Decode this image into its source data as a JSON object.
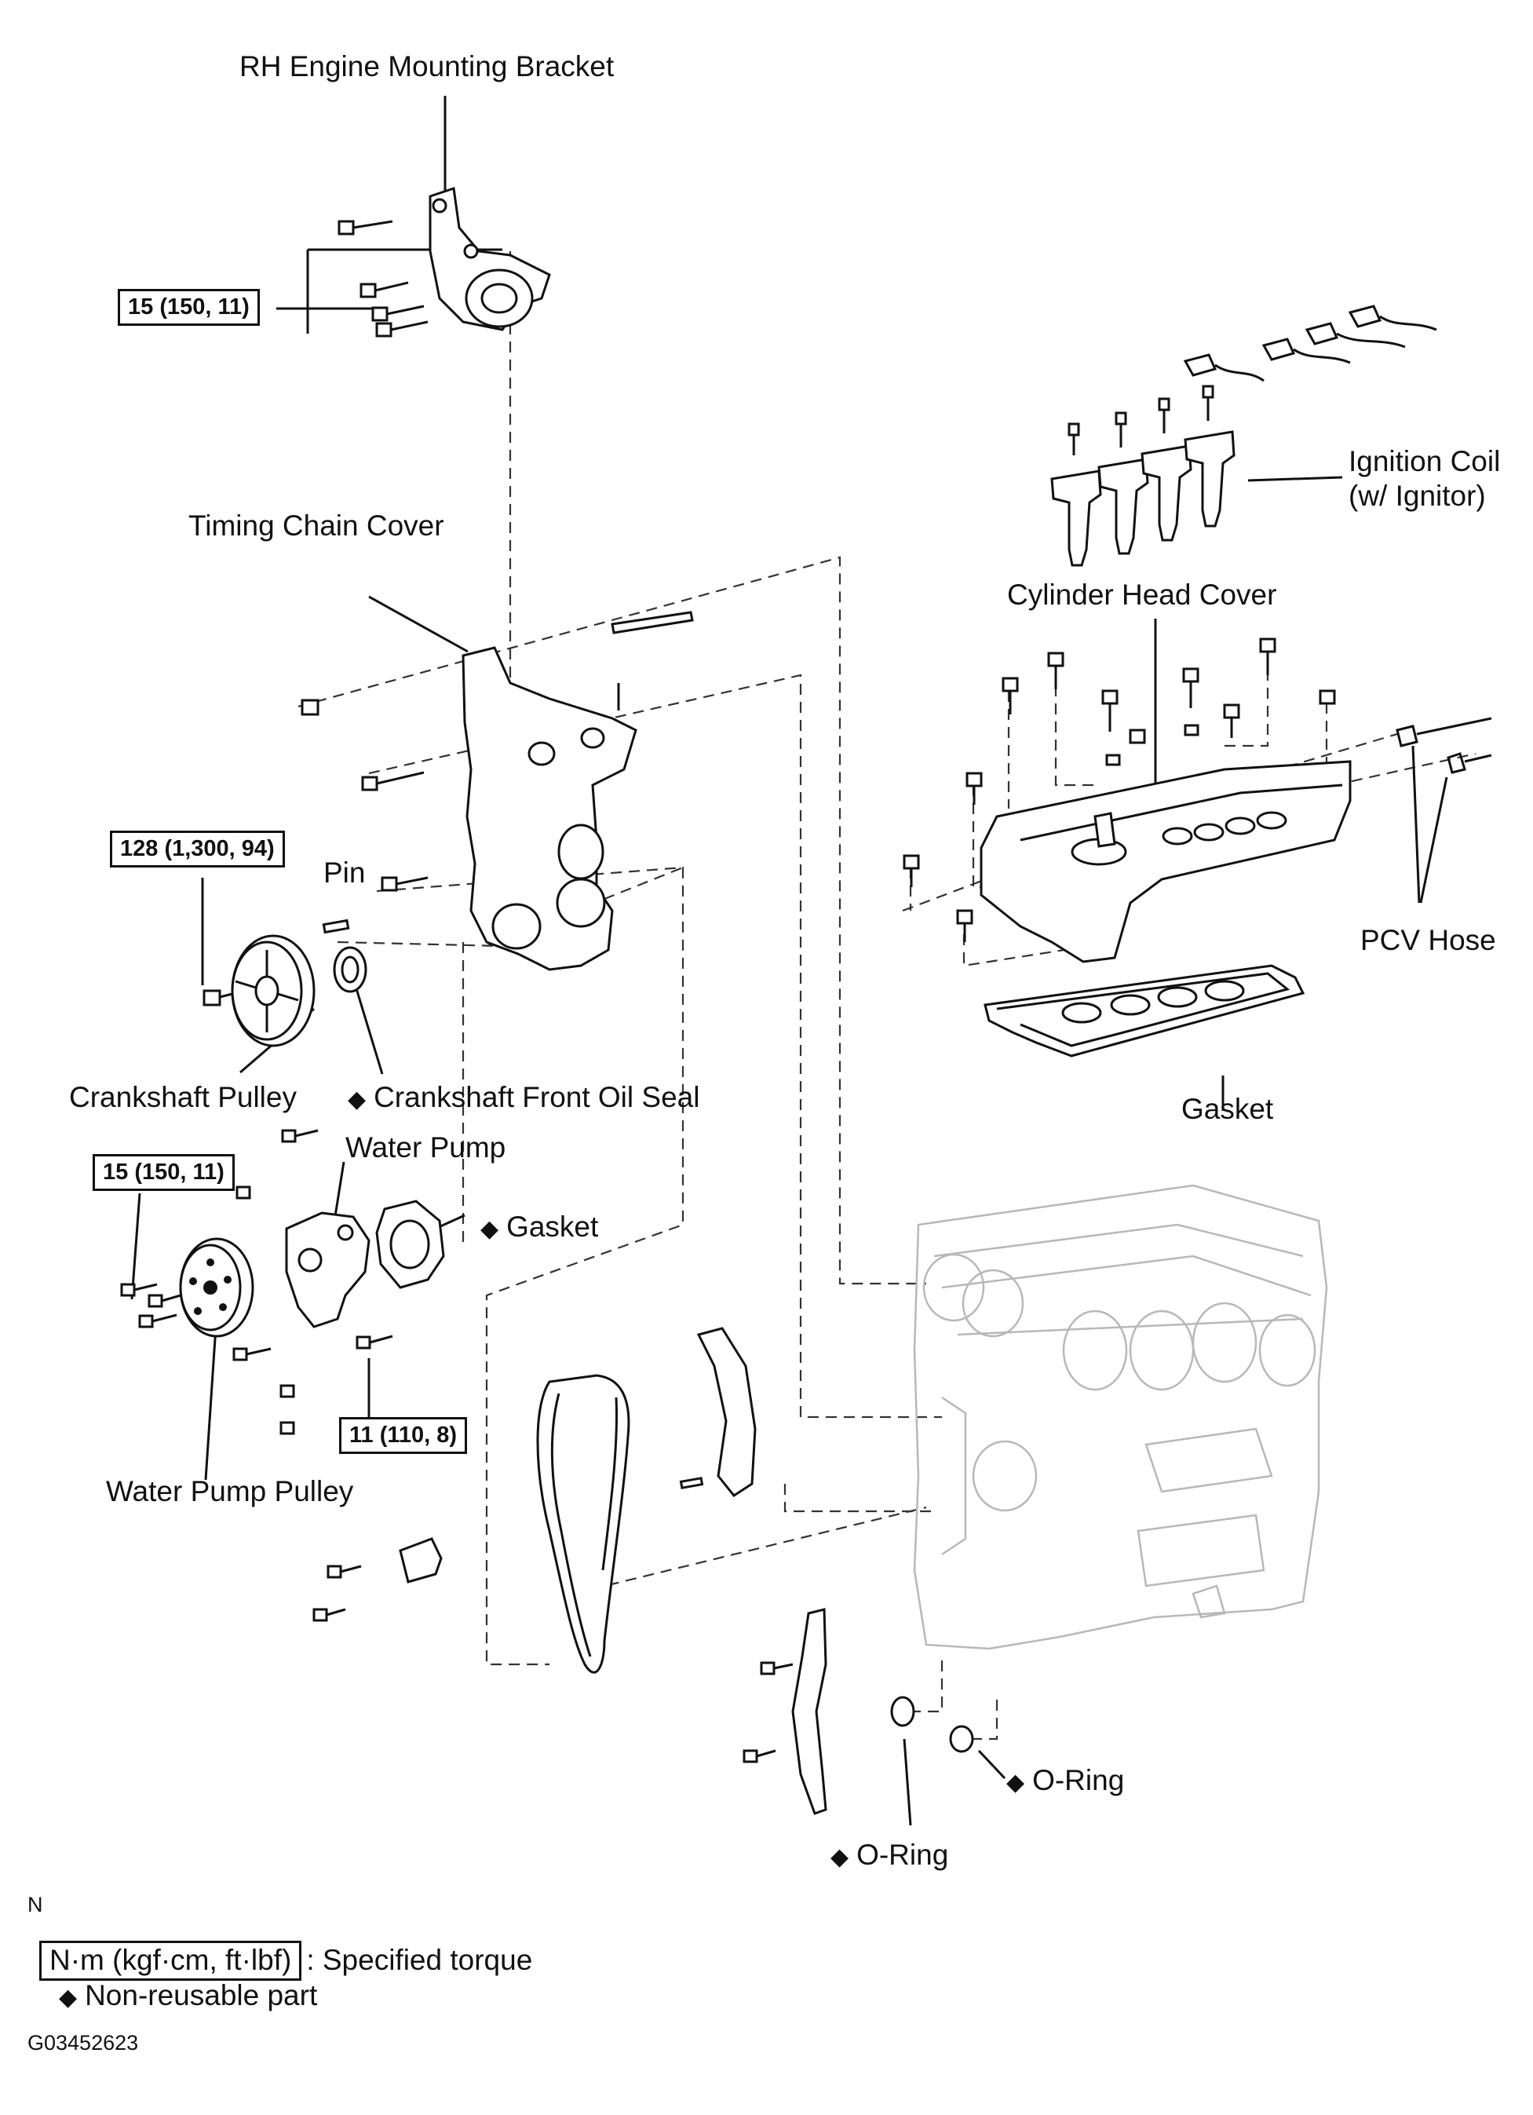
{
  "labels": {
    "rh_bracket": "RH Engine Mounting Bracket",
    "timing_cover": "Timing Chain Cover",
    "pin": "Pin",
    "crank_pulley": "Crankshaft Pulley",
    "crank_seal": "Crankshaft Front Oil Seal",
    "water_pump": "Water Pump",
    "wp_gasket": "Gasket",
    "wp_pulley": "Water Pump Pulley",
    "ignition_coil_1": "Ignition Coil",
    "ignition_coil_2": "(w/ Ignitor)",
    "cyl_head_cover": "Cylinder Head Cover",
    "pcv_hose": "PCV Hose",
    "head_gasket": "Gasket",
    "oring_right": "O-Ring",
    "oring_bottom": "O-Ring"
  },
  "torques": {
    "bracket": "15 (150, 11)",
    "crank": "128 (1,300, 94)",
    "wp_pulley": "15 (150, 11)",
    "wp_bolt": "11 (110, 8)"
  },
  "symbols": {
    "non_reusable": "◆"
  },
  "legend": {
    "corner_mark": "N",
    "torque_unit": "N·m (kgf·cm, ft·lbf)",
    "torque_desc": ": Specified torque",
    "nonreusable_desc": "Non-reusable part",
    "figure_id": "G03452623"
  }
}
